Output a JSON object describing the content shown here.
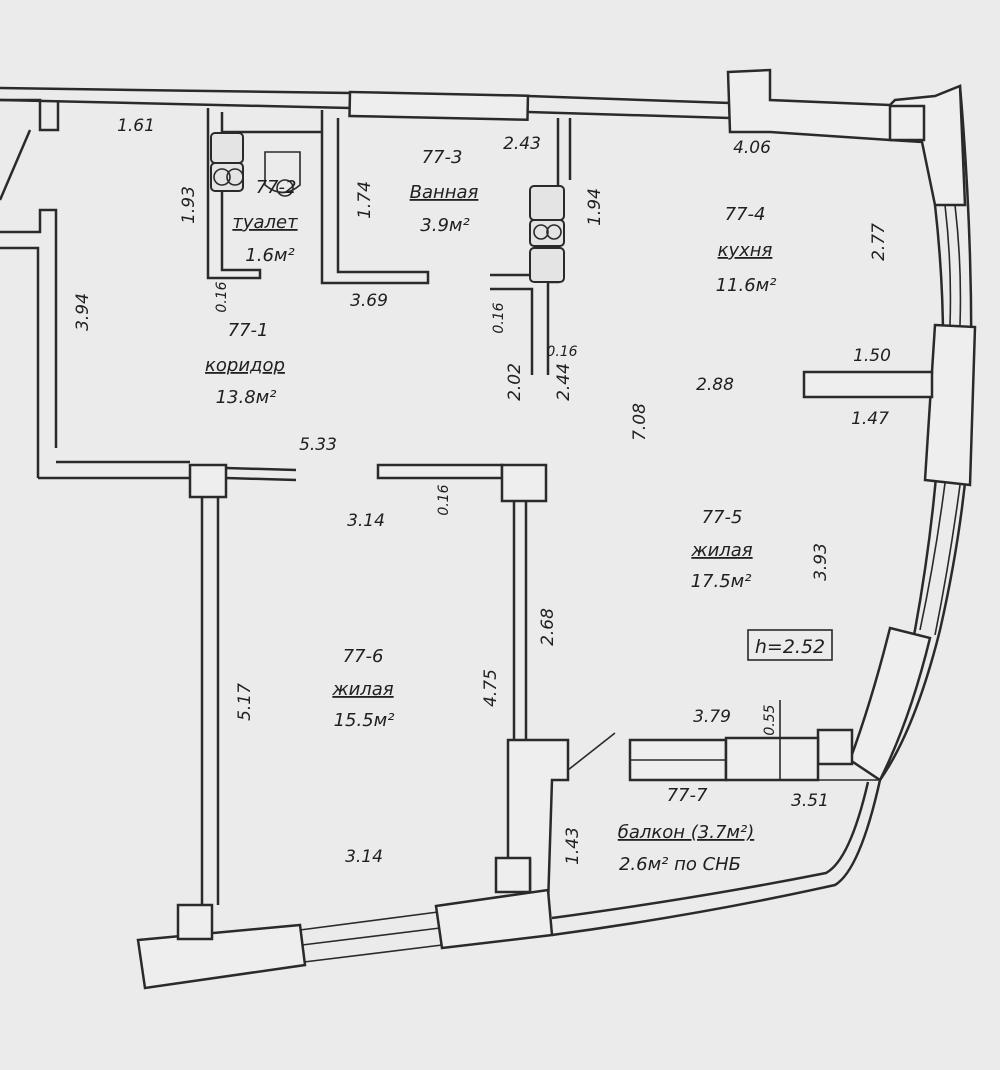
{
  "rooms": {
    "corridor": {
      "code": "77-1",
      "name": "коридор",
      "area": "13.8м²"
    },
    "toilet": {
      "code": "77-2",
      "name": "туалет",
      "area": "1.6м²"
    },
    "bath": {
      "code": "77-3",
      "name": "Ванная",
      "area": "3.9м²"
    },
    "kitchen": {
      "code": "77-4",
      "name": "кухня",
      "area": "11.6м²"
    },
    "living5": {
      "code": "77-5",
      "name": "жилая",
      "area": "17.5м²"
    },
    "living6": {
      "code": "77-6",
      "name": "жилая",
      "area": "15.5м²"
    },
    "balcony": {
      "code": "77-7",
      "name": "балкон (3.7м²)",
      "area": "2.6м² по СНБ"
    }
  },
  "height": "h=2.52",
  "dims": {
    "d161": "1.61",
    "d193": "1.93",
    "d174": "1.74",
    "d243": "2.43",
    "d406": "4.06",
    "d194": "1.94",
    "d277": "2.77",
    "d394": "3.94",
    "d016a": "0.16",
    "d369": "3.69",
    "d016b": "0.16",
    "d016c": "0.16",
    "d202": "2.02",
    "d244": "2.44",
    "d288": "2.88",
    "d708": "7.08",
    "d150": "1.50",
    "d147": "1.47",
    "d533": "5.33",
    "d314a": "3.14",
    "d016d": "0.16",
    "d393": "3.93",
    "d268": "2.68",
    "d517": "5.17",
    "d475": "4.75",
    "d379": "3.79",
    "d055": "0.55",
    "d351": "3.51",
    "d143": "1.43",
    "d314b": "3.14"
  }
}
